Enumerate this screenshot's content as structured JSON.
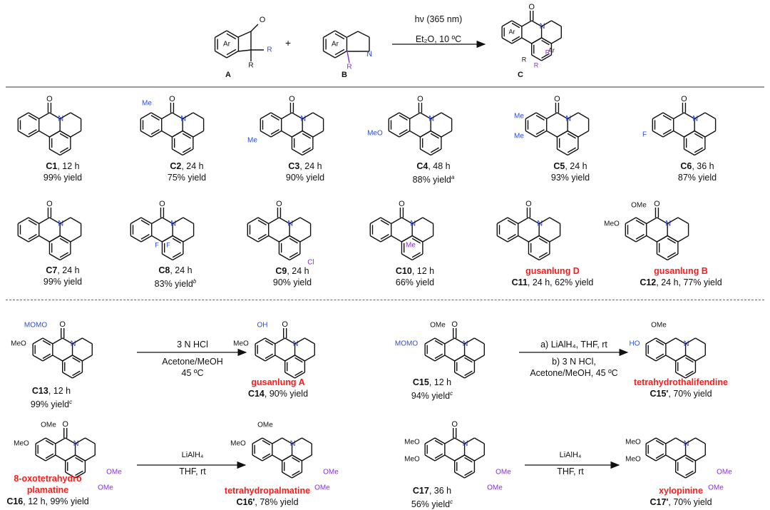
{
  "colors": {
    "blue": "#2d4ed8",
    "purple": "#8a2be2",
    "red": "#ff1a1a",
    "black": "#111111"
  },
  "reaction": {
    "plus": "+",
    "labels": {
      "A": "A",
      "B": "B",
      "C": "C"
    },
    "conditions_top": "hν (365 nm)",
    "conditions_bottom": "Et₂O, 10 ºC",
    "atom_labels": {
      "ar": "Ar",
      "r1": "R",
      "r2": "R",
      "r3": "R",
      "o": "O",
      "n": "N"
    }
  },
  "compounds": [
    {
      "id": "C1",
      "label": "C1",
      "time": ", 12 h",
      "yield": "99% yield"
    },
    {
      "id": "C2",
      "label": "C2",
      "time": ", 24 h",
      "yield": "75% yield"
    },
    {
      "id": "C3",
      "label": "C3",
      "time": ", 24 h",
      "yield": "90% yield"
    },
    {
      "id": "C4",
      "label": "C4",
      "time": ", 48 h",
      "yield": "88% yield",
      "note": "a"
    },
    {
      "id": "C5",
      "label": "C5",
      "time": ", 24 h",
      "yield": "93% yield"
    },
    {
      "id": "C6",
      "label": "C6",
      "time": ", 36 h",
      "yield": "87% yield"
    },
    {
      "id": "C7",
      "label": "C7",
      "time": ", 24 h",
      "yield": "99% yield"
    },
    {
      "id": "C8",
      "label": "C8",
      "time": ", 24 h",
      "yield": "83% yield",
      "note": "b"
    },
    {
      "id": "C9",
      "label": "C9",
      "time": ", 24 h",
      "yield": "90% yield"
    },
    {
      "id": "C10",
      "label": "C10",
      "time": ", 12 h",
      "yield": "66% yield"
    },
    {
      "id": "C11",
      "label": "C11",
      "time": ", 24 h, 62% yield",
      "natural": "gusanlung D"
    },
    {
      "id": "C12",
      "label": "C12",
      "time": ", 24 h, 77% yield",
      "natural": "gusanlung B"
    }
  ],
  "derivs": {
    "c13": {
      "label": "C13",
      "time": ", 12 h",
      "yield": "99% yield",
      "note": "c"
    },
    "c14": {
      "natural": "gusanlung A",
      "label": "C14",
      "yield": ", 90% yield"
    },
    "c15": {
      "label": "C15",
      "time": ", 12 h",
      "yield": "94% yield",
      "note": "c"
    },
    "c15p": {
      "natural": "tetrahydrothalifendine",
      "label": "C15'",
      "yield": ", 70% yield"
    },
    "c16": {
      "natural1": "8-oxotetrahydro",
      "natural2": "plamatine",
      "label": "C16",
      "yield": ", 12 h, 99% yield"
    },
    "c16p": {
      "natural": "tetrahydropalmatine",
      "label": "C16'",
      "yield": ", 78% yield"
    },
    "c17": {
      "label": "C17",
      "time": ", 36 h",
      "yield": "56% yield",
      "note": "c"
    },
    "c17p": {
      "natural": "xylopinine",
      "label": "C17'",
      "yield": ", 70% yield"
    }
  },
  "arrows": {
    "a1_top": "3 N HCl",
    "a1_mid": "Acetone/MeOH",
    "a1_bot": "45 ºC",
    "a2_top": "a) LiAlH₄, THF, rt",
    "a2_mid": "b) 3 N HCl,",
    "a2_bot": "Acetone/MeOH, 45 ºC",
    "a3_top": "LiAlH₄",
    "a3_bot": "THF, rt",
    "a4_top": "LiAlH₄",
    "a4_bot": "THF, rt"
  },
  "substituents": {
    "me": "Me",
    "ome": "OMe",
    "meo": "MeO",
    "momo": "MOMO",
    "oh": "OH",
    "ho": "HO",
    "f": "F",
    "cl": "Cl"
  }
}
